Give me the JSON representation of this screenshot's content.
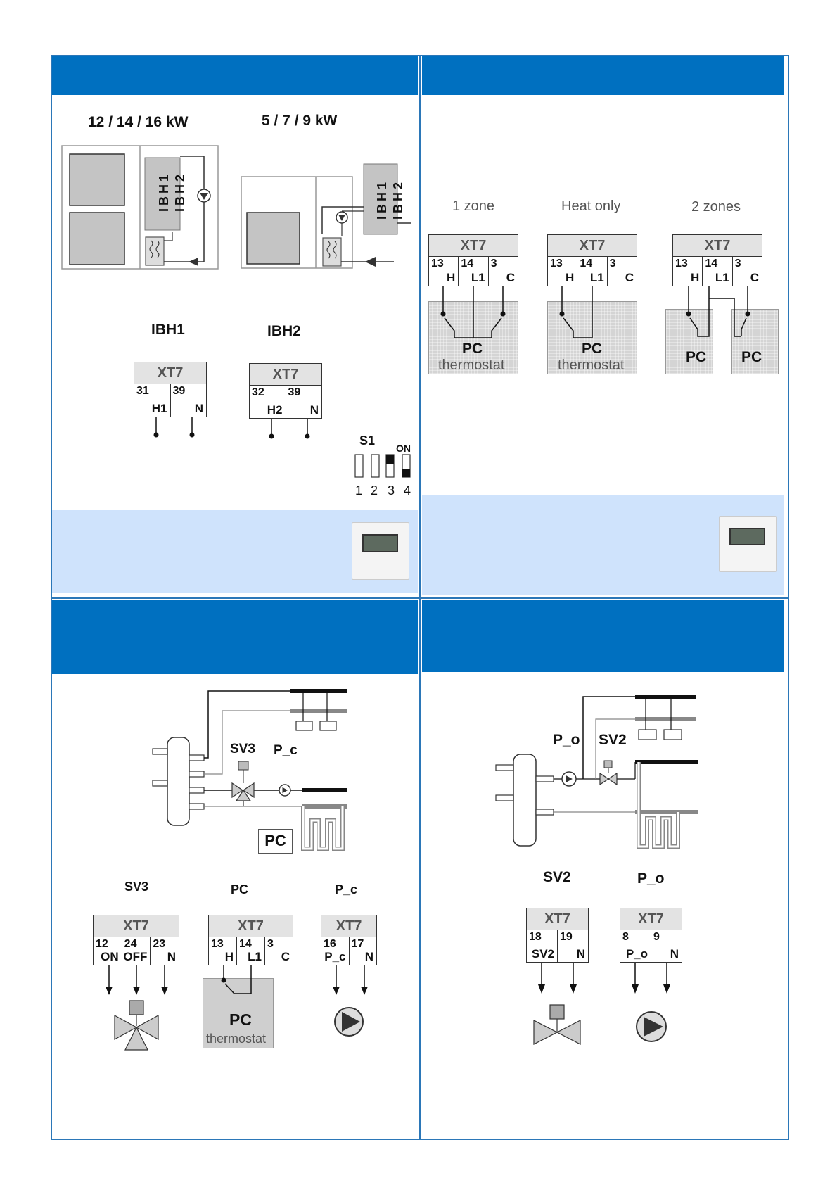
{
  "panel1": {
    "model_large": "12 / 14 / 16 kW",
    "model_small": "5 / 7 / 9 kW",
    "heater1_vertical": "IBH1",
    "heater2_vertical": "IBH2",
    "ibh1_title": "IBH1",
    "ibh2_title": "IBH2",
    "block_ibh1": {
      "header": "XT7",
      "cells": [
        {
          "num": "31",
          "label": "H1"
        },
        {
          "num": "39",
          "label": "N"
        }
      ]
    },
    "block_ibh2": {
      "header": "XT7",
      "cells": [
        {
          "num": "32",
          "label": "H2"
        },
        {
          "num": "39",
          "label": "N"
        }
      ]
    },
    "switch_title": "S1",
    "switch_on": "ON",
    "switch_numbers": [
      "1",
      "2",
      "3",
      "4"
    ]
  },
  "panel2": {
    "zone1_title": "1 zone",
    "heat_only_title": "Heat only",
    "zone2_title": "2 zones",
    "block_header": "XT7",
    "cells": [
      {
        "num": "13",
        "label": "H"
      },
      {
        "num": "14",
        "label": "L1"
      },
      {
        "num": "3",
        "label": "C"
      }
    ],
    "pc": "PC",
    "thermostat": "thermostat"
  },
  "panel3": {
    "sv3": "SV3",
    "pc_label": "P_c",
    "pc_box": "PC",
    "title_sv3": "SV3",
    "title_pc": "PC",
    "title_pc_pump": "P_c",
    "block_sv3": {
      "header": "XT7",
      "cells": [
        {
          "num": "12",
          "label": "ON"
        },
        {
          "num": "24",
          "label": "OFF"
        },
        {
          "num": "23",
          "label": "N"
        }
      ]
    },
    "block_pc": {
      "header": "XT7",
      "cells": [
        {
          "num": "13",
          "label": "H"
        },
        {
          "num": "14",
          "label": "L1"
        },
        {
          "num": "3",
          "label": "C"
        }
      ]
    },
    "block_pump": {
      "header": "XT7",
      "cells": [
        {
          "num": "16",
          "label": "P_c"
        },
        {
          "num": "17",
          "label": "N"
        }
      ]
    },
    "thermostat_pc": "PC",
    "thermostat": "thermostat"
  },
  "panel4": {
    "po": "P_o",
    "sv2": "SV2",
    "title_sv2": "SV2",
    "title_po": "P_o",
    "block_sv2": {
      "header": "XT7",
      "cells": [
        {
          "num": "18",
          "label": "SV2"
        },
        {
          "num": "19",
          "label": "N"
        }
      ]
    },
    "block_po": {
      "header": "XT7",
      "cells": [
        {
          "num": "8",
          "label": "P_o"
        },
        {
          "num": "9",
          "label": "N"
        }
      ]
    }
  },
  "colors": {
    "band": "#0070c0",
    "light_band": "#cfe3fc",
    "frame": "#2b77b8"
  }
}
